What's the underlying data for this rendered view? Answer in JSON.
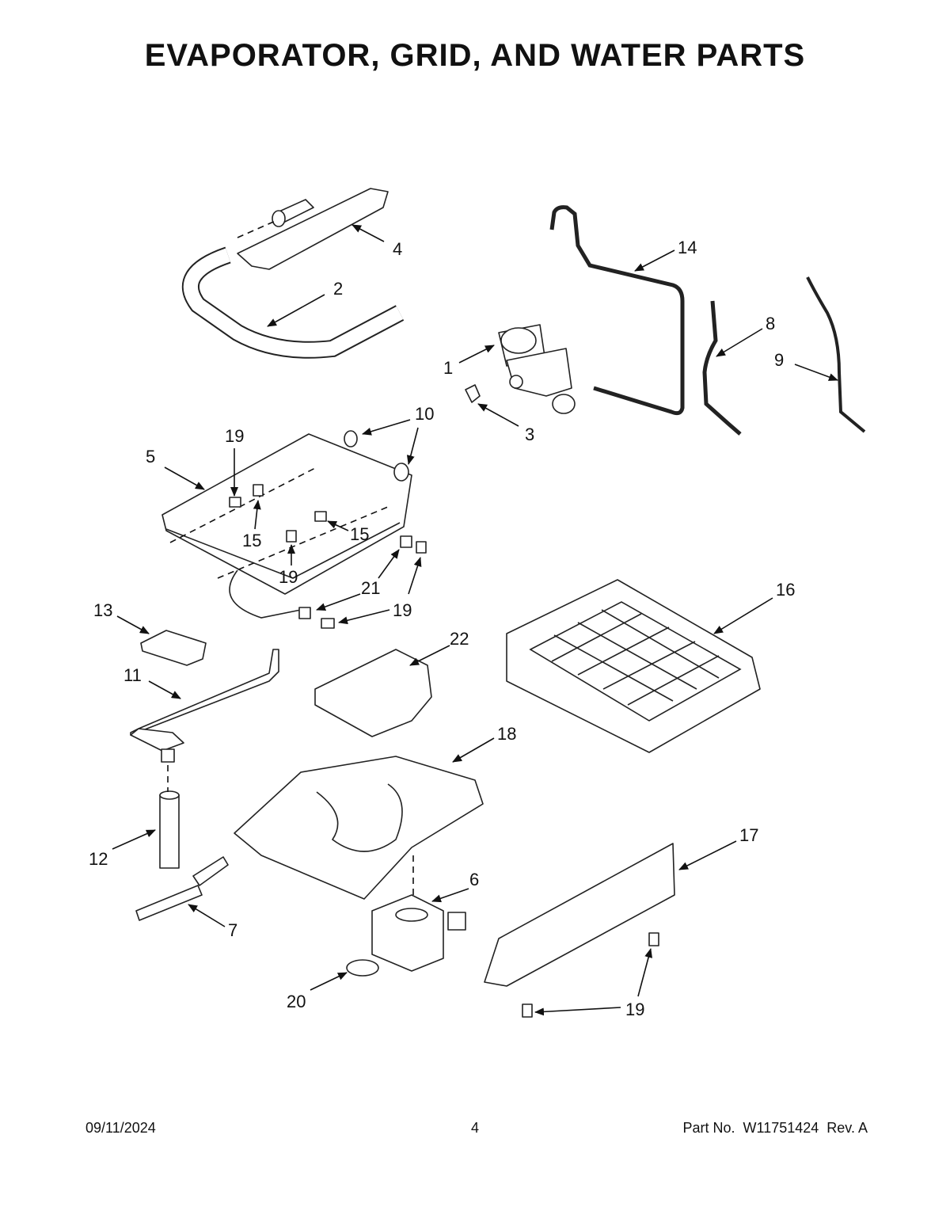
{
  "title": "EVAPORATOR, GRID, AND WATER PARTS",
  "callouts": [
    "1",
    "2",
    "3",
    "4",
    "5",
    "6",
    "7",
    "8",
    "9",
    "10",
    "11",
    "12",
    "13",
    "14",
    "15",
    "16",
    "17",
    "18",
    "19",
    "20",
    "21",
    "22"
  ],
  "footer": {
    "date": "09/11/2024",
    "page": "4",
    "part_label": "Part No.",
    "part_number": "W11751424",
    "revision": "Rev. A"
  }
}
